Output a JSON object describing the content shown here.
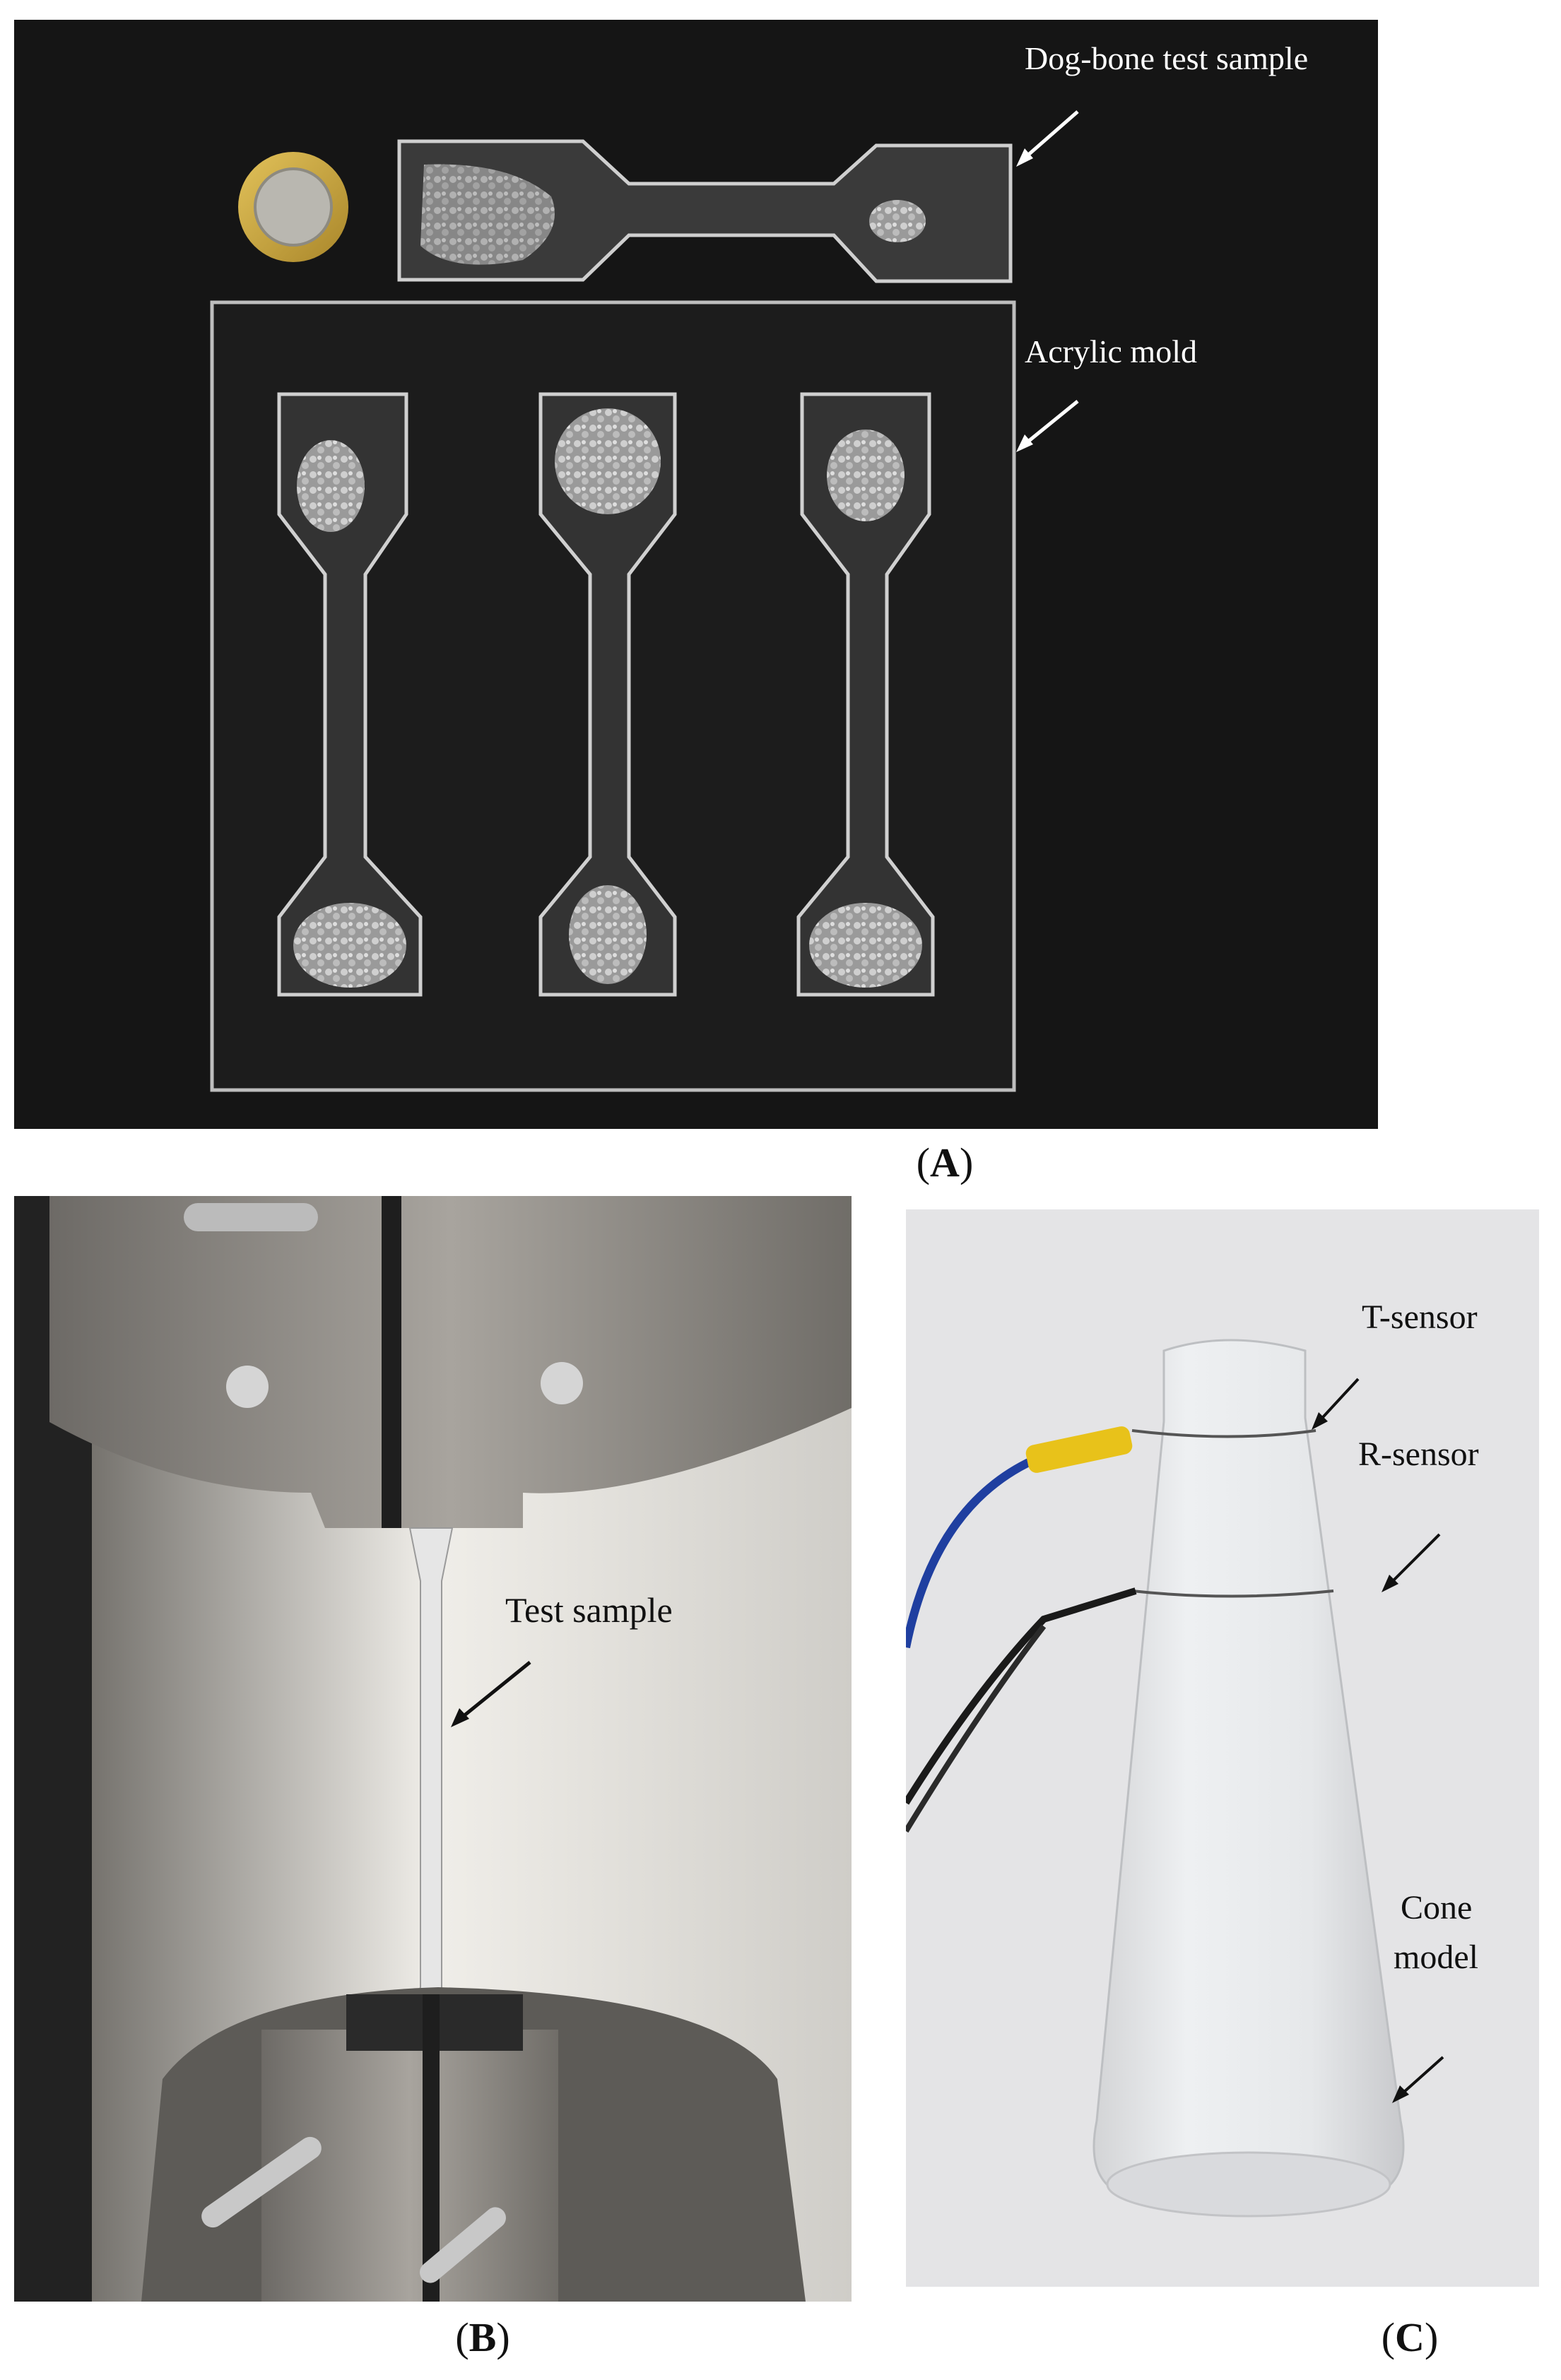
{
  "panel_a": {
    "label": "A",
    "annotations": {
      "dogbone": "Dog-bone test sample",
      "mold": "Acrylic mold"
    }
  },
  "panel_b": {
    "label": "B",
    "annotations": {
      "test_sample": "Test sample"
    }
  },
  "panel_c": {
    "label": "C",
    "annotations": {
      "t_sensor": "T-sensor",
      "r_sensor": "R-sensor",
      "cone_line1": "Cone",
      "cone_line2": "model"
    }
  },
  "colors": {
    "photo_a_background": "#151515",
    "photo_c_background": "#e4e4e6",
    "wire_blue": "#1f3fa0",
    "sleeve_yellow": "#e8c21a"
  }
}
